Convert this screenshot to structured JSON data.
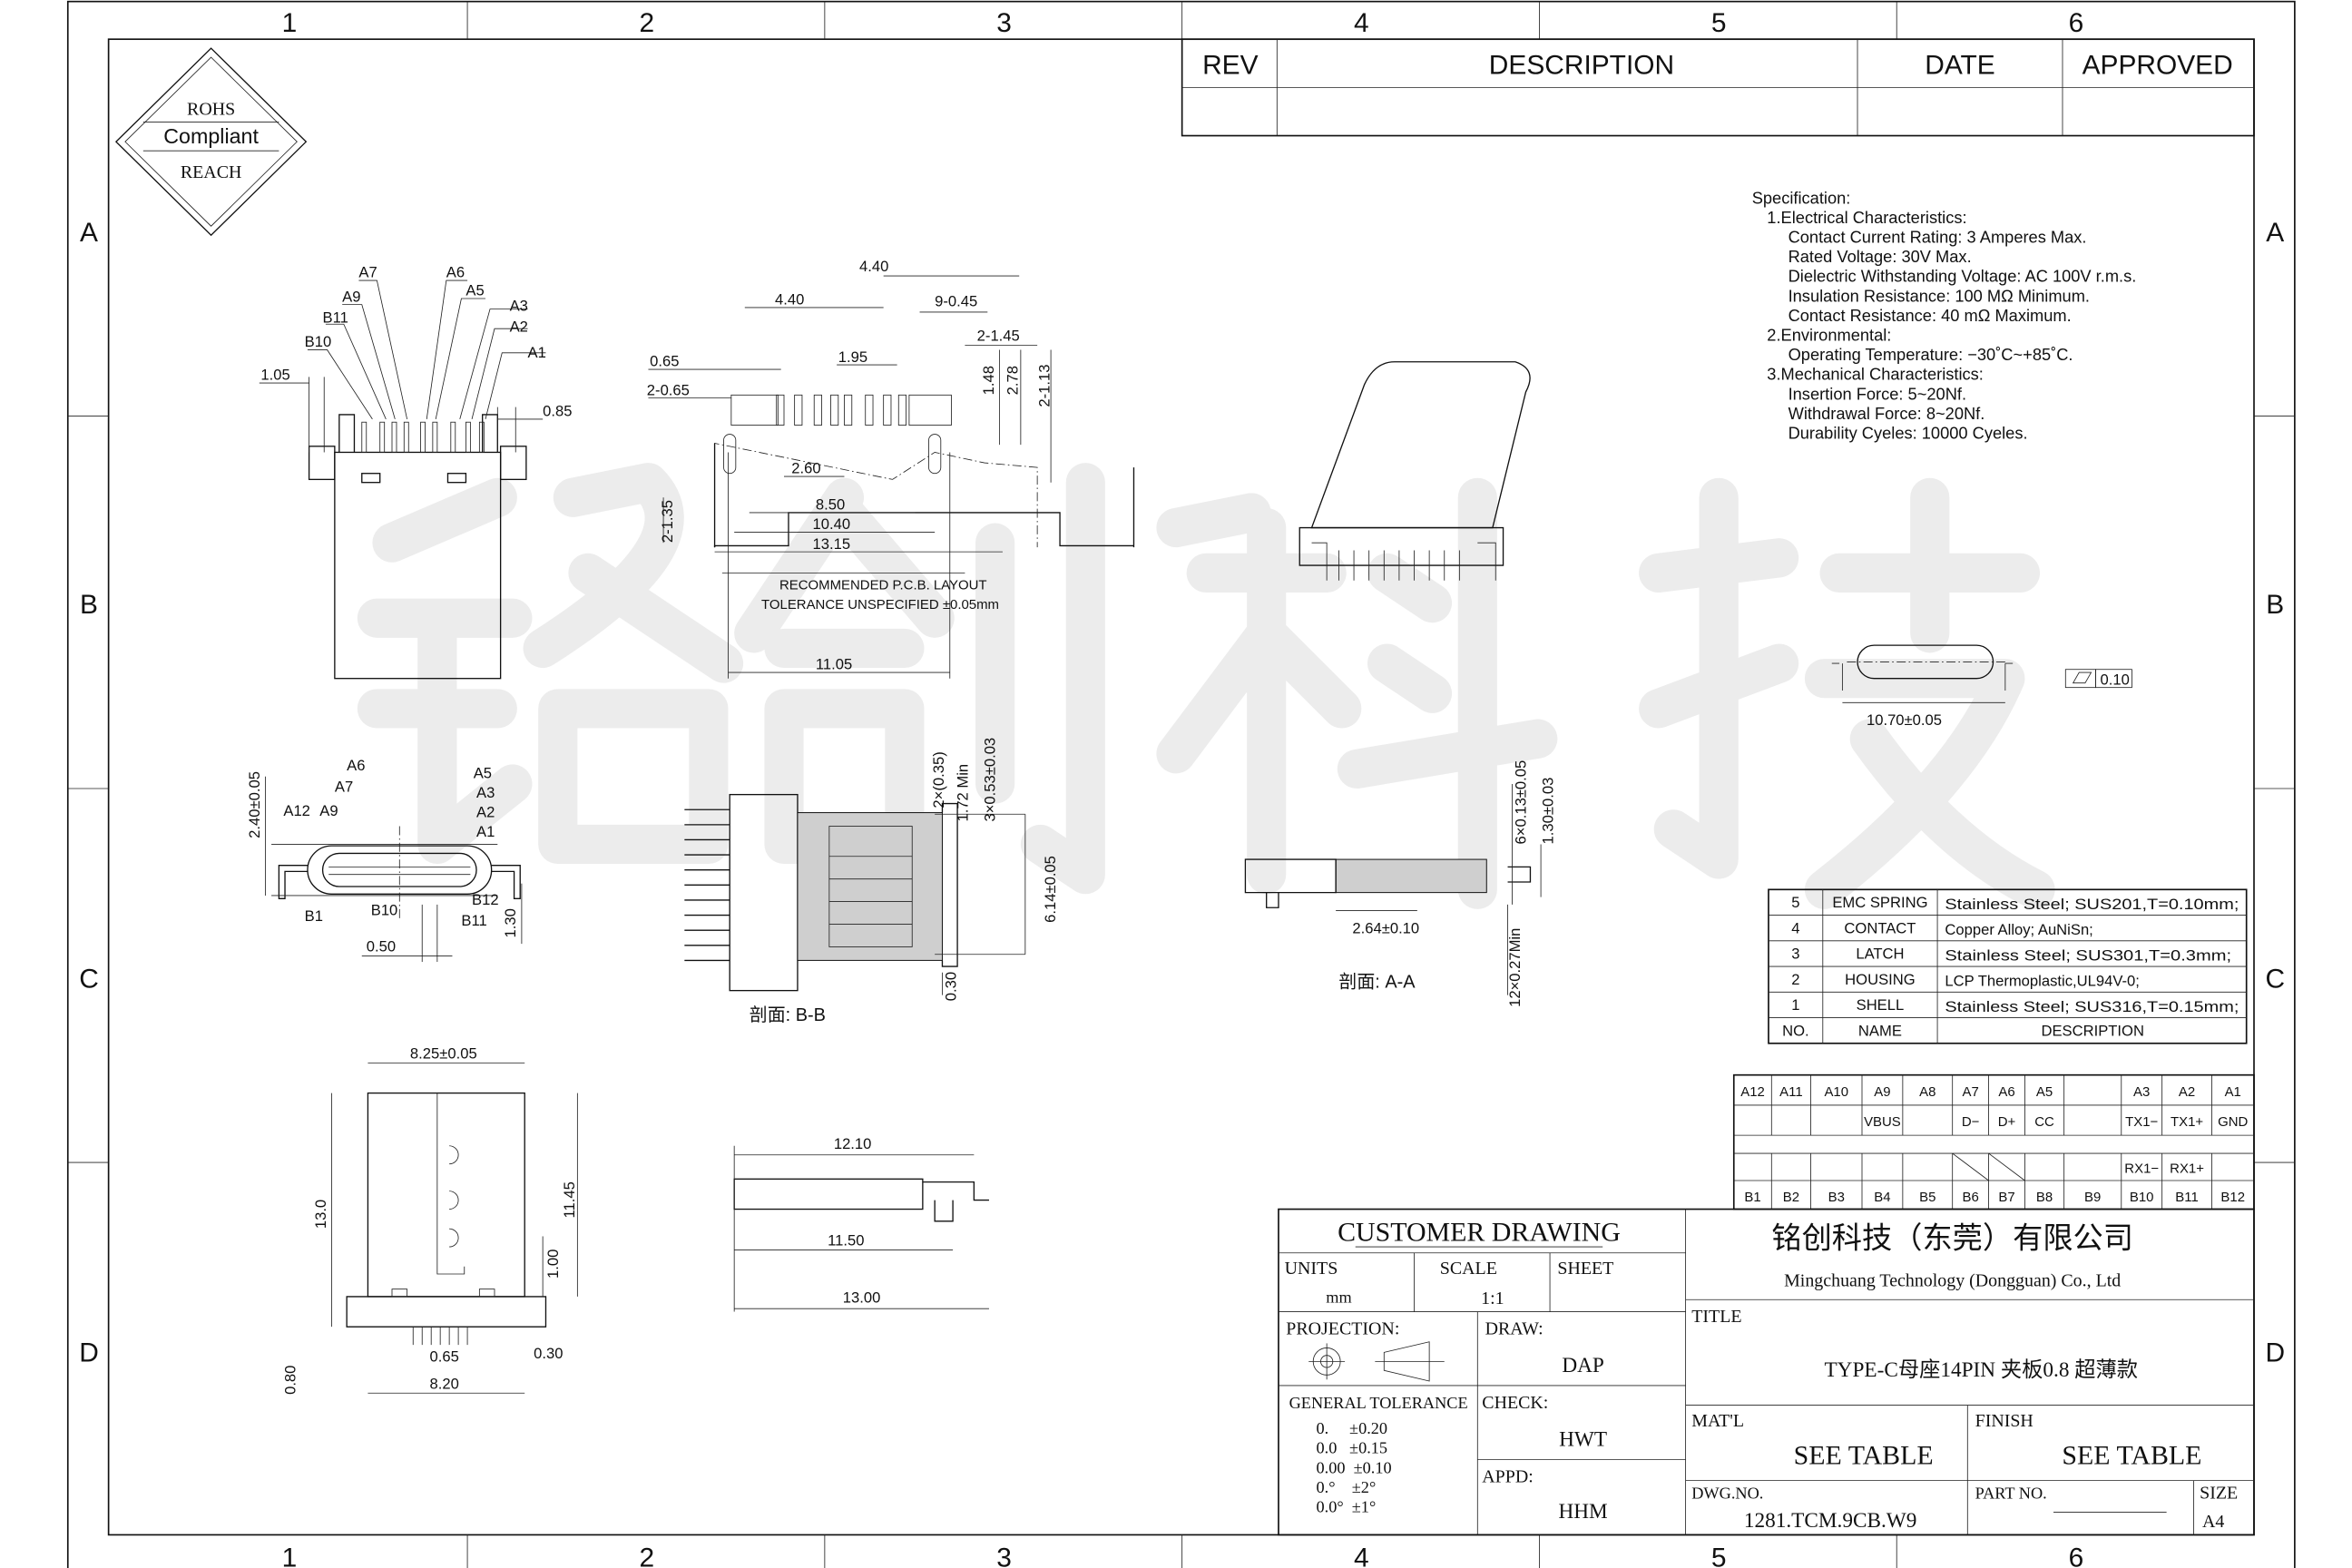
{
  "border": {
    "columns": [
      "1",
      "2",
      "3",
      "4",
      "5",
      "6"
    ],
    "rows": [
      "A",
      "B",
      "C",
      "D"
    ]
  },
  "compliance_logo": {
    "line1": "ROHS",
    "line2": "Compliant",
    "line3": "REACH"
  },
  "watermark": "铭创科技",
  "revision_table": {
    "headers": [
      "REV",
      "DESCRIPTION",
      "DATE",
      "APPROVED"
    ],
    "rows": [
      [
        "",
        "",
        "",
        ""
      ]
    ]
  },
  "specification": {
    "title": "Specification:",
    "lines": [
      "1.Electrical  Characteristics:",
      "Contact  Current  Rating:  3  Amperes  Max.",
      "Rated  Voltage:    30V  Max.",
      "Dielectric  Withstanding  Voltage:  AC  100V  r.m.s.",
      "Insulation  Resistance:  100  MΩ  Minimum.",
      "Contact  Resistance:  40  mΩ  Maximum.",
      "2.Environmental:",
      "Operating  Temperature:  −30˚C~+85˚C.",
      "3.Mechanical  Characteristics:",
      "Insertion  Force:  5~20Nf.",
      "Withdrawal  Force:  8~20Nf.",
      "Durability  Cyeles:  10000  Cyeles."
    ]
  },
  "views": {
    "side_top": [
      "A7",
      "A9",
      "B11",
      "B10",
      "A6",
      "A5",
      "A3",
      "A2",
      "A1",
      "1.05",
      "0.85"
    ],
    "pcb": [
      "4.40",
      "4.40",
      "9-0.45",
      "2-1.45",
      "0.65",
      "1.95",
      "2-0.65",
      "1.48",
      "2.78",
      "2-1.13",
      "2.60",
      "2-1.35",
      "8.50",
      "10.40",
      "13.15",
      "RECOMMENDED  P.C.B. LAYOUT",
      "TOLERANCE  UNSPECIFIED  ±0.05mm",
      "11.05"
    ],
    "end_view": [
      "10.70±0.05",
      "0.10"
    ],
    "front": [
      "2.40±0.05",
      "A6",
      "A7",
      "A12",
      "A9",
      "A5",
      "A3",
      "A2",
      "A1",
      "B1",
      "B10",
      "B12",
      "B11",
      "0.50",
      "1.30"
    ],
    "section_bb": [
      "2×(0.35)",
      "1.72 Min",
      "3×0.53±0.03",
      "6.14±0.05",
      "0.30",
      "剖面: B-B"
    ],
    "section_aa": [
      "6×0.13±0.05",
      "1.30±0.03",
      "2.64±0.10",
      "12×0.27Min",
      "剖面: A-A"
    ],
    "bottom": [
      "8.25±0.05",
      "13.0",
      "11.45",
      "1.00",
      "0.65",
      "8.20",
      "0.80",
      "0.30"
    ],
    "side2": [
      "12.10",
      "11.50",
      "13.00"
    ]
  },
  "material_table": {
    "rows": [
      {
        "no": "5",
        "name": "EMC  SPRING",
        "description": "Stainless  Steel; SUS201,T=0.10mm;"
      },
      {
        "no": "4",
        "name": "CONTACT",
        "description": "Copper  Alloy; AuNiSn;"
      },
      {
        "no": "3",
        "name": "LATCH",
        "description": "Stainless  Steel; SUS301,T=0.3mm;"
      },
      {
        "no": "2",
        "name": "HOUSING",
        "description": "LCP  Thermoplastic,UL94V-0;"
      },
      {
        "no": "1",
        "name": "SHELL",
        "description": "Stainless  Steel; SUS316,T=0.15mm;"
      }
    ],
    "header": {
      "no": "NO.",
      "name": "NAME",
      "description": "DESCRIPTION"
    }
  },
  "pin_table": {
    "a_pins": [
      "A12",
      "A11",
      "A10",
      "A9",
      "A8",
      "A7",
      "A6",
      "A5",
      "",
      "A3",
      "A2",
      "A1"
    ],
    "a_signals": [
      "",
      "",
      "",
      "VBUS",
      "",
      "D−",
      "D+",
      "CC",
      "",
      "TX1−",
      "TX1+",
      "GND"
    ],
    "b_signals": [
      "",
      "",
      "",
      "",
      "",
      "",
      "",
      "",
      "",
      "RX1−",
      "RX1+",
      ""
    ],
    "b_pins": [
      "B1",
      "B2",
      "B3",
      "B4",
      "B5",
      "B6",
      "B7",
      "B8",
      "B9",
      "B10",
      "B11",
      "B12"
    ]
  },
  "title_block": {
    "customer_drawing": "CUSTOMER  DRAWING",
    "units_label": "UNITS",
    "units_value": "mm",
    "scale_label": "SCALE",
    "scale_value": "1:1",
    "sheet_label": "SHEET",
    "projection_label": "PROJECTION:",
    "draw_label": "DRAW:",
    "draw_value": "DAP",
    "check_label": "CHECK:",
    "check_value": "HWT",
    "appd_label": "APPD:",
    "appd_value": "HHM",
    "tolerance_label": "GENERAL  TOLERANCE",
    "tolerances": [
      "0.     ±0.20",
      "0.0   ±0.15",
      "0.00  ±0.10",
      "0.°    ±2°",
      "0.0°  ±1°"
    ],
    "company_cn": "铭创科技（东莞）有限公司",
    "company_en": "Mingchuang Technology (Dongguan) Co., Ltd",
    "title_label": "TITLE",
    "title_value": "TYPE-C母座14PIN 夹板0.8 超薄款",
    "matl_label": "MAT'L",
    "matl_value": "SEE  TABLE",
    "finish_label": "FINISH",
    "finish_value": "SEE  TABLE",
    "dwg_no_label": "DWG.NO.",
    "dwg_no_value": "1281.TCM.9CB.W9",
    "part_no_label": "PART NO.",
    "size_label": "SIZE",
    "size_value": "A4"
  }
}
